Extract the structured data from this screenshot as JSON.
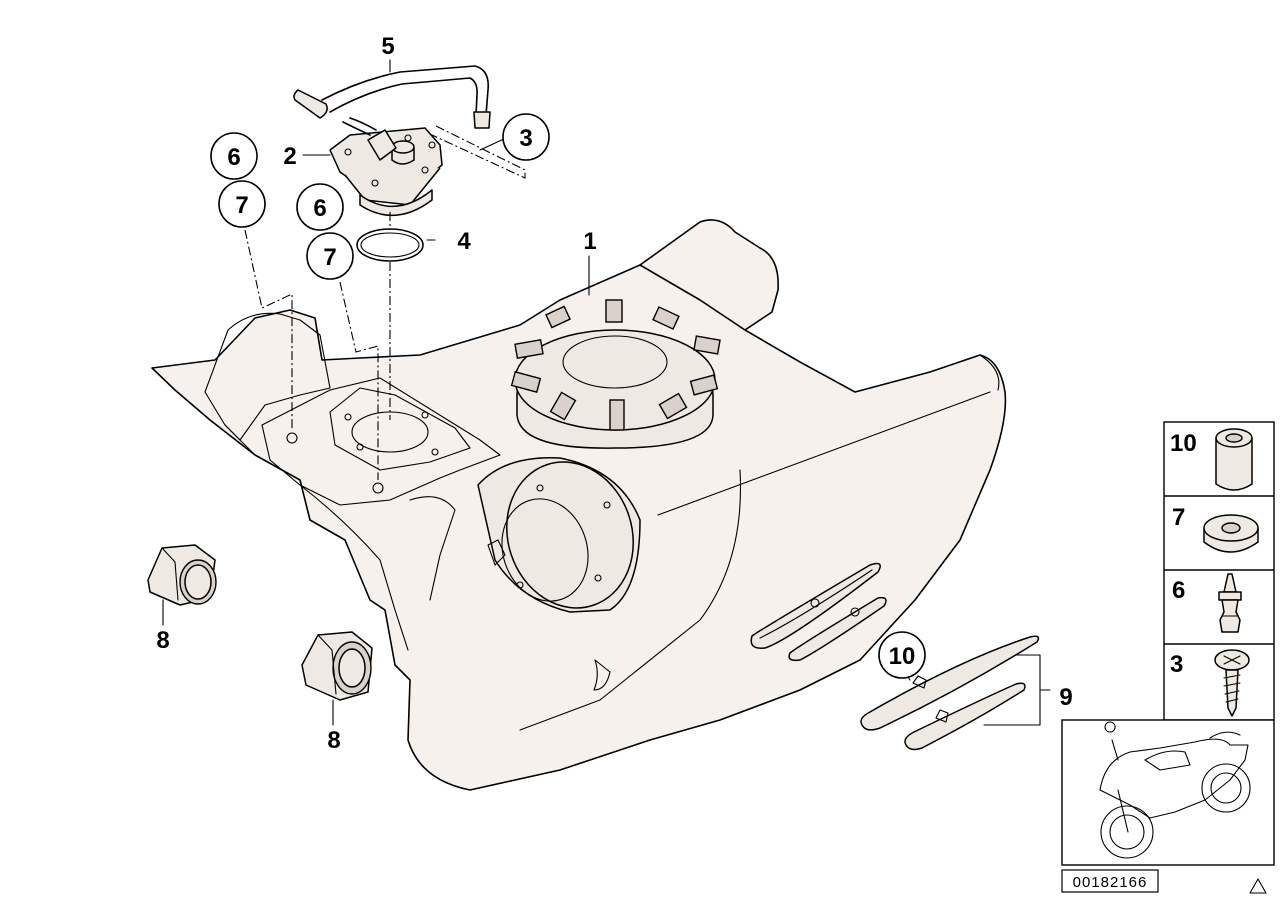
{
  "diagram": {
    "callouts": {
      "c1": "1",
      "c2": "2",
      "c3": "3",
      "c4": "4",
      "c5": "5",
      "c6a": "6",
      "c6b": "6",
      "c7a": "7",
      "c7b": "7",
      "c8a": "8",
      "c8b": "8",
      "c9": "9",
      "c10": "10"
    },
    "legend": {
      "items": [
        {
          "number": "10",
          "part_icon": "spacer-sleeve-icon"
        },
        {
          "number": "7",
          "part_icon": "rubber-grommet-icon"
        },
        {
          "number": "6",
          "part_icon": "expanding-rivet-icon"
        },
        {
          "number": "3",
          "part_icon": "screw-icon"
        }
      ]
    },
    "thumbnail_icon": "motorcycle-icon",
    "reference_number": "00182166",
    "corner_icon": "triangle-icon"
  }
}
